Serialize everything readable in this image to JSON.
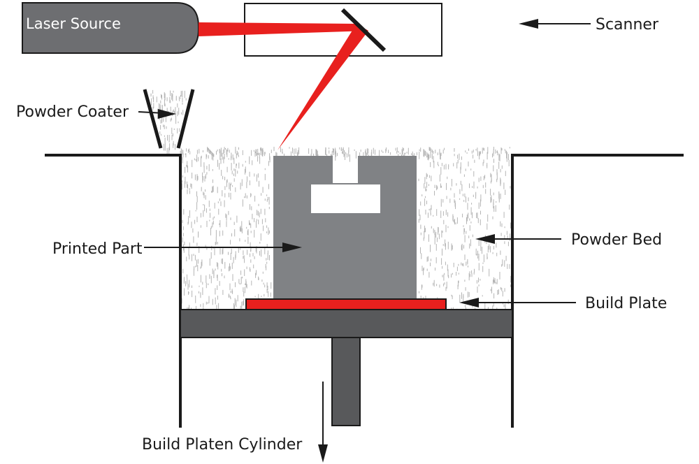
{
  "labels": {
    "laser_source": "Laser Source",
    "scanner": "Scanner",
    "powder_coater": "Powder Coater",
    "printed_part": "Printed Part",
    "powder_bed": "Powder Bed",
    "build_plate": "Build Plate",
    "build_platen_cylinder": "Build Platen Cylinder"
  },
  "colors": {
    "laser": "#e8201e",
    "laser_source_fill": "#6d6e71",
    "part_fill": "#808285",
    "platen_fill": "#58595b",
    "build_plate_fill": "#e8201e",
    "outline": "#1a1a1a",
    "powder_speckle": "#b5b5b5"
  }
}
